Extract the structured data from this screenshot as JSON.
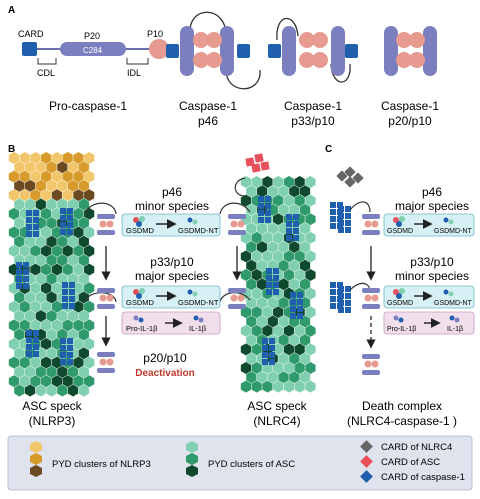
{
  "panels": {
    "a": "A",
    "b": "B",
    "c": "C"
  },
  "panel_a": {
    "domain_labels": {
      "card": "CARD",
      "p20": "P20",
      "p10": "P10",
      "c284": "C284",
      "cdl": "CDL",
      "idl": "IDL"
    },
    "species": [
      {
        "line1": "Pro-caspase-1",
        "line2": ""
      },
      {
        "line1": "Caspase-1",
        "line2": "p46"
      },
      {
        "line1": "Caspase-1",
        "line2": "p33/p10"
      },
      {
        "line1": "Caspase-1",
        "line2": "p20/p10"
      }
    ]
  },
  "panel_b": {
    "p46_title": "p46",
    "p46_sub": "minor species",
    "p33_title": "p33/p10",
    "p33_sub": "major species",
    "gsdmd": "GSDMD",
    "gsdmd_nt": "GSDMD-NT",
    "pro_il": "Pro-IL-1β",
    "il": "IL-1β",
    "p20_title": "p20/p10",
    "deactivation": "Deactivation",
    "speck_left_line1": "ASC speck",
    "speck_left_line2": "(NLRP3)",
    "speck_right_line1": "ASC speck",
    "speck_right_line2": "(NLRC4)"
  },
  "panel_c": {
    "p46_title": "p46",
    "p46_sub": "major species",
    "p33_title": "p33/p10",
    "p33_sub": "minor species",
    "gsdmd": "GSDMD",
    "gsdmd_nt": "GSDMD-NT",
    "pro_il": "Pro-IL-1β",
    "il": "IL-1β",
    "complex_line1": "Death complex",
    "complex_line2": "(NLRC4-caspase-1 )"
  },
  "legend": {
    "pyd_nlrp3": "PYD clusters of NLRP3",
    "pyd_asc": "PYD clusters of ASC",
    "card_nlrc4": "CARD of NLRC4",
    "card_asc": "CARD of ASC",
    "card_casp1": "CARD of caspase-1"
  },
  "colors": {
    "card_blue": "#1f5fae",
    "p20_purple": "#7b7fbf",
    "p10_pink": "#e79a90",
    "asc_green_light": "#7fcfb0",
    "asc_green_mid": "#2f9a6c",
    "asc_green_dark": "#0f4a2e",
    "nlrp3_light": "#f2c66a",
    "nlrp3_mid": "#d89a2a",
    "nlrp3_dark": "#6b4a1f",
    "nlrc4_gray": "#666666",
    "asc_card_red": "#e8505b",
    "deactivation_red": "#c0392b",
    "cyan_box": "#d6f0f5",
    "pink_box": "#f1dfec",
    "legend_bg": "#dfe3ee"
  }
}
